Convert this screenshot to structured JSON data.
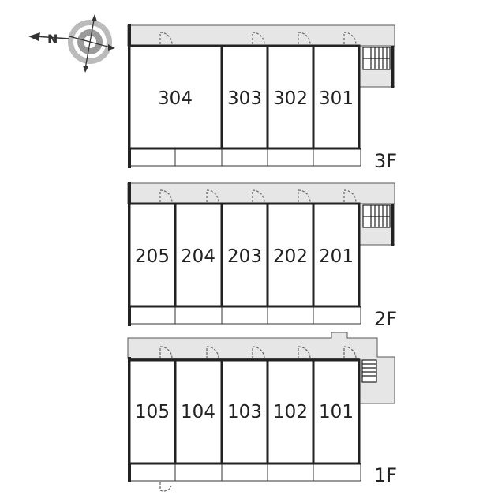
{
  "compass": {
    "north_label": "N",
    "icon": "compass-rose-icon"
  },
  "floors": [
    {
      "label": "3F",
      "units": [
        "304",
        "303",
        "302",
        "301"
      ]
    },
    {
      "label": "2F",
      "units": [
        "205",
        "204",
        "203",
        "202",
        "201"
      ]
    },
    {
      "label": "1F",
      "units": [
        "105",
        "104",
        "103",
        "102",
        "101"
      ]
    }
  ],
  "colors": {
    "wall": "#222222",
    "corridor": "#e6e6e6",
    "door": "#666666"
  }
}
